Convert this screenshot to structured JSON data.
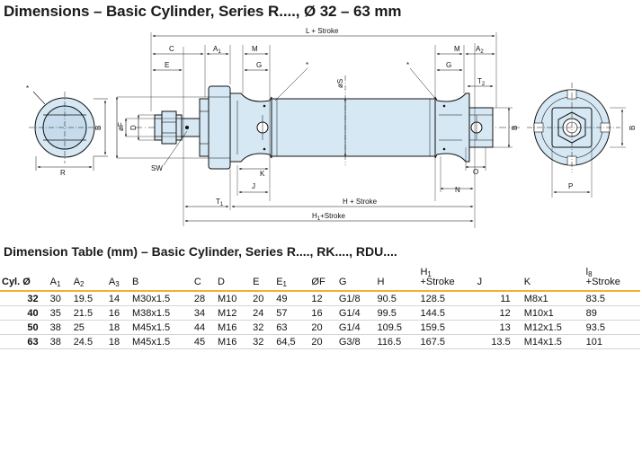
{
  "title": "Dimensions – Basic Cylinder, Series R...., Ø 32 – 63 mm",
  "drawing": {
    "labels": {
      "l_stroke": "L + Stroke",
      "c": "C",
      "a1": "A",
      "a1_sub": "1",
      "m_left": "M",
      "m_right": "M",
      "a2": "A",
      "a2_sub": "2",
      "e": "E",
      "g_left": "G",
      "g_right": "G",
      "star": "*",
      "os": "øS",
      "t2": "T",
      "t2_sub": "2",
      "b_left": "B",
      "of": "øF",
      "d": "D",
      "b_right": "B",
      "b_far": "B",
      "r": "R",
      "sw": "SW",
      "k": "K",
      "o": "O",
      "j": "J",
      "n": "N",
      "p": "P",
      "t1": "T",
      "t1_sub": "1",
      "h_stroke": "H + Stroke",
      "h1_stroke": "H",
      "h1_stroke_sub": "1",
      "h1_stroke_suffix": "+Stroke"
    }
  },
  "table": {
    "title": "Dimension Table (mm) – Basic Cylinder, Series R...., RK...., RDU....",
    "headers": [
      {
        "main": "Cyl. Ø",
        "sub": "",
        "suffix": ""
      },
      {
        "main": "A",
        "sub": "1",
        "suffix": ""
      },
      {
        "main": "A",
        "sub": "2",
        "suffix": ""
      },
      {
        "main": "A",
        "sub": "3",
        "suffix": ""
      },
      {
        "main": "B",
        "sub": "",
        "suffix": ""
      },
      {
        "main": "C",
        "sub": "",
        "suffix": ""
      },
      {
        "main": "D",
        "sub": "",
        "suffix": ""
      },
      {
        "main": "E",
        "sub": "",
        "suffix": ""
      },
      {
        "main": "E",
        "sub": "1",
        "suffix": ""
      },
      {
        "main": "ØF",
        "sub": "",
        "suffix": ""
      },
      {
        "main": "G",
        "sub": "",
        "suffix": ""
      },
      {
        "main": "H",
        "sub": "",
        "suffix": ""
      },
      {
        "main": "H",
        "sub": "1",
        "suffix": "+Stroke"
      },
      {
        "main": "J",
        "sub": "",
        "suffix": ""
      },
      {
        "main": "K",
        "sub": "",
        "suffix": ""
      },
      {
        "main": "l",
        "sub": "8",
        "suffix": "+Stroke"
      }
    ],
    "rows": [
      [
        "32",
        "30",
        "19.5",
        "14",
        "M30x1.5",
        "28",
        "M10",
        "20",
        "49",
        "12",
        "G1/8",
        "90.5",
        "128.5",
        "11",
        "M8x1",
        "83.5"
      ],
      [
        "40",
        "35",
        "21.5",
        "16",
        "M38x1.5",
        "34",
        "M12",
        "24",
        "57",
        "16",
        "G1/4",
        "99.5",
        "144.5",
        "12",
        "M10x1",
        "89"
      ],
      [
        "50",
        "38",
        "25",
        "18",
        "M45x1.5",
        "44",
        "M16",
        "32",
        "63",
        "20",
        "G1/4",
        "109.5",
        "159.5",
        "13",
        "M12x1.5",
        "93.5"
      ],
      [
        "63",
        "38",
        "24.5",
        "18",
        "M45x1.5",
        "45",
        "M16",
        "32",
        "64,5",
        "20",
        "G3/8",
        "116.5",
        "167.5",
        "13.5",
        "M14x1.5",
        "101"
      ]
    ]
  },
  "colors": {
    "accent": "#f2b233",
    "body_fill": "#d6e8f4",
    "rule": "#d5d5d5"
  }
}
